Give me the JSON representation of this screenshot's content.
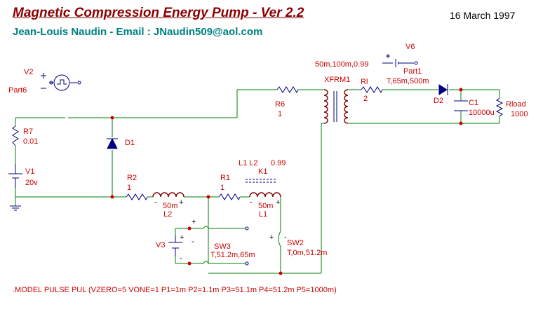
{
  "header": {
    "title": "Magnetic Compression Energy Pump - Ver 2.2",
    "author": "Jean-Louis Naudin - Email : JNaudin509@aol.com",
    "date": "16 March 1997"
  },
  "model_text": ".MODEL PULSE PUL (VZERO=5  VONE=1  P1=1m P2=1.1m P3=51.1m P4=51.2m P5=1000m)",
  "components": {
    "v2": {
      "name": "V2",
      "part": "Part6"
    },
    "v6": {
      "name": "V6",
      "part": "Part1",
      "value": "T,65m,500m"
    },
    "r7": {
      "name": "R7",
      "value": "0.01"
    },
    "v1": {
      "name": "V1",
      "value": "20v"
    },
    "d1": {
      "name": "D1"
    },
    "r6": {
      "name": "R6",
      "value": "1"
    },
    "xfrm1": {
      "name": "XFRM1",
      "value": "50m,100m,0.99"
    },
    "rl": {
      "name": "Rl",
      "value": "2"
    },
    "d2": {
      "name": "D2"
    },
    "c1": {
      "name": "C1",
      "value": "10000u"
    },
    "rload": {
      "name": "Rload",
      "value": "1000"
    },
    "r2": {
      "name": "R2",
      "value": "1"
    },
    "l2": {
      "name": "L2",
      "value": "50m"
    },
    "r1": {
      "name": "R1",
      "value": "1"
    },
    "k1": {
      "name": "K1",
      "inductors": "L1 L2",
      "value": "0.99"
    },
    "l1": {
      "name": "L1",
      "value": "50m"
    },
    "v3": {
      "name": "V3"
    },
    "sw3": {
      "name": "SW3",
      "value": "T,51.2m,65m"
    },
    "sw2": {
      "name": "SW2",
      "value": "T,0m,51.2m"
    }
  },
  "polarity": {
    "plus": "+",
    "minus": "-"
  },
  "colors": {
    "wire": "#008000",
    "component": "#000080",
    "inductor": "#800000",
    "label": "#cc0000",
    "title": "#8b0000",
    "author": "#008080"
  }
}
